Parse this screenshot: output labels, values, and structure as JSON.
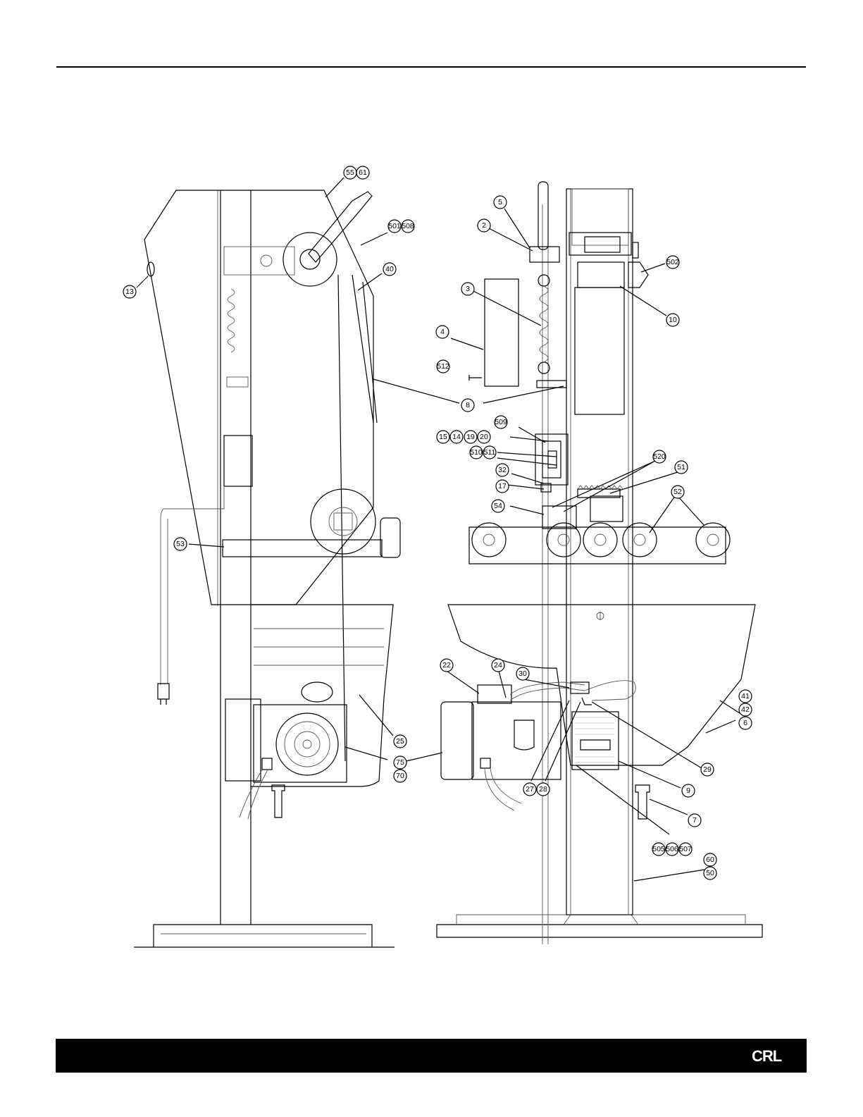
{
  "brand": {
    "logo_text": "CRL",
    "footer_color": "#000000"
  },
  "callouts": [
    {
      "id": "c-55",
      "label": "55"
    },
    {
      "id": "c-61",
      "label": "61"
    },
    {
      "id": "c-501",
      "label": "501"
    },
    {
      "id": "c-508",
      "label": "508"
    },
    {
      "id": "c-40",
      "label": "40"
    },
    {
      "id": "c-13",
      "label": "13"
    },
    {
      "id": "c-53",
      "label": "53"
    },
    {
      "id": "c-25",
      "label": "25"
    },
    {
      "id": "c-75",
      "label": "75"
    },
    {
      "id": "c-70",
      "label": "70"
    },
    {
      "id": "c-5",
      "label": "5"
    },
    {
      "id": "c-2",
      "label": "2"
    },
    {
      "id": "c-3",
      "label": "3"
    },
    {
      "id": "c-4",
      "label": "4"
    },
    {
      "id": "c-512",
      "label": "512"
    },
    {
      "id": "c-502",
      "label": "502"
    },
    {
      "id": "c-10",
      "label": "10"
    },
    {
      "id": "c-8",
      "label": "8"
    },
    {
      "id": "c-509",
      "label": "509"
    },
    {
      "id": "c-15",
      "label": "15"
    },
    {
      "id": "c-14",
      "label": "14"
    },
    {
      "id": "c-19",
      "label": "19"
    },
    {
      "id": "c-20",
      "label": "20"
    },
    {
      "id": "c-510",
      "label": "510"
    },
    {
      "id": "c-511",
      "label": "511"
    },
    {
      "id": "c-520",
      "label": "520"
    },
    {
      "id": "c-51",
      "label": "51"
    },
    {
      "id": "c-32",
      "label": "32"
    },
    {
      "id": "c-17",
      "label": "17"
    },
    {
      "id": "c-52",
      "label": "52"
    },
    {
      "id": "c-54",
      "label": "54"
    },
    {
      "id": "c-22",
      "label": "22"
    },
    {
      "id": "c-24",
      "label": "24"
    },
    {
      "id": "c-30",
      "label": "30"
    },
    {
      "id": "c-41",
      "label": "41"
    },
    {
      "id": "c-42",
      "label": "42"
    },
    {
      "id": "c-6",
      "label": "6"
    },
    {
      "id": "c-29",
      "label": "29"
    },
    {
      "id": "c-27",
      "label": "27"
    },
    {
      "id": "c-28",
      "label": "28"
    },
    {
      "id": "c-9",
      "label": "9"
    },
    {
      "id": "c-7",
      "label": "7"
    },
    {
      "id": "c-505",
      "label": "505"
    },
    {
      "id": "c-506",
      "label": "506"
    },
    {
      "id": "c-507",
      "label": "507"
    },
    {
      "id": "c-60",
      "label": "60"
    },
    {
      "id": "c-50",
      "label": "50"
    }
  ]
}
